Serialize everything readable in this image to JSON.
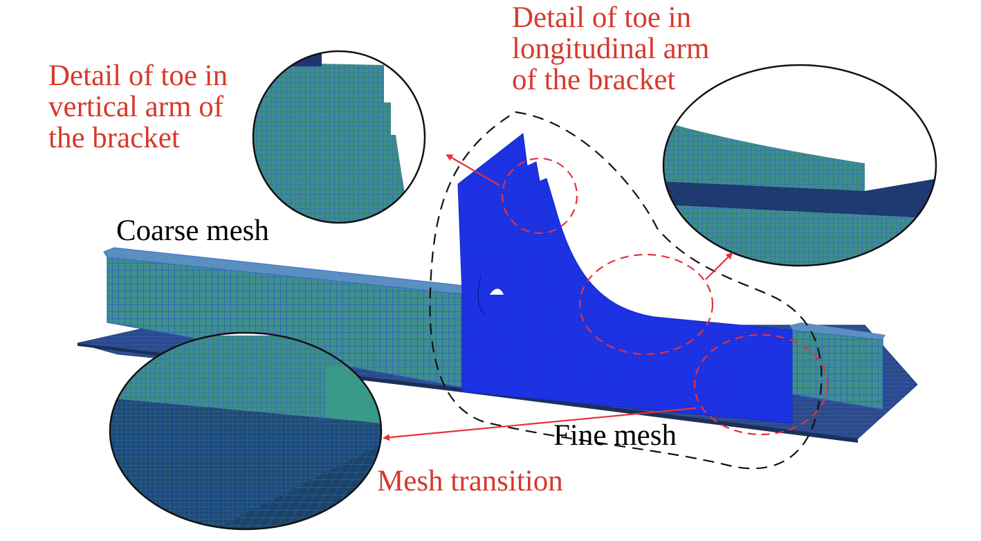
{
  "labels": {
    "vertical_toe": [
      "Detail of toe in",
      "vertical arm of",
      "the bracket"
    ],
    "longitudinal_toe": [
      "Detail of toe in",
      "longitudinal arm",
      "of the bracket"
    ],
    "coarse": "Coarse mesh",
    "fine": "Fine mesh",
    "transition": "Mesh transition"
  },
  "colors": {
    "label_red": "#d6392c",
    "arrow_red": "#e8303a",
    "coarse_mesh": "#3f8f8c",
    "coarse_mesh_dark": "#1f4670",
    "fine_mesh": "#1a2fe0",
    "outline_black": "#111111"
  }
}
